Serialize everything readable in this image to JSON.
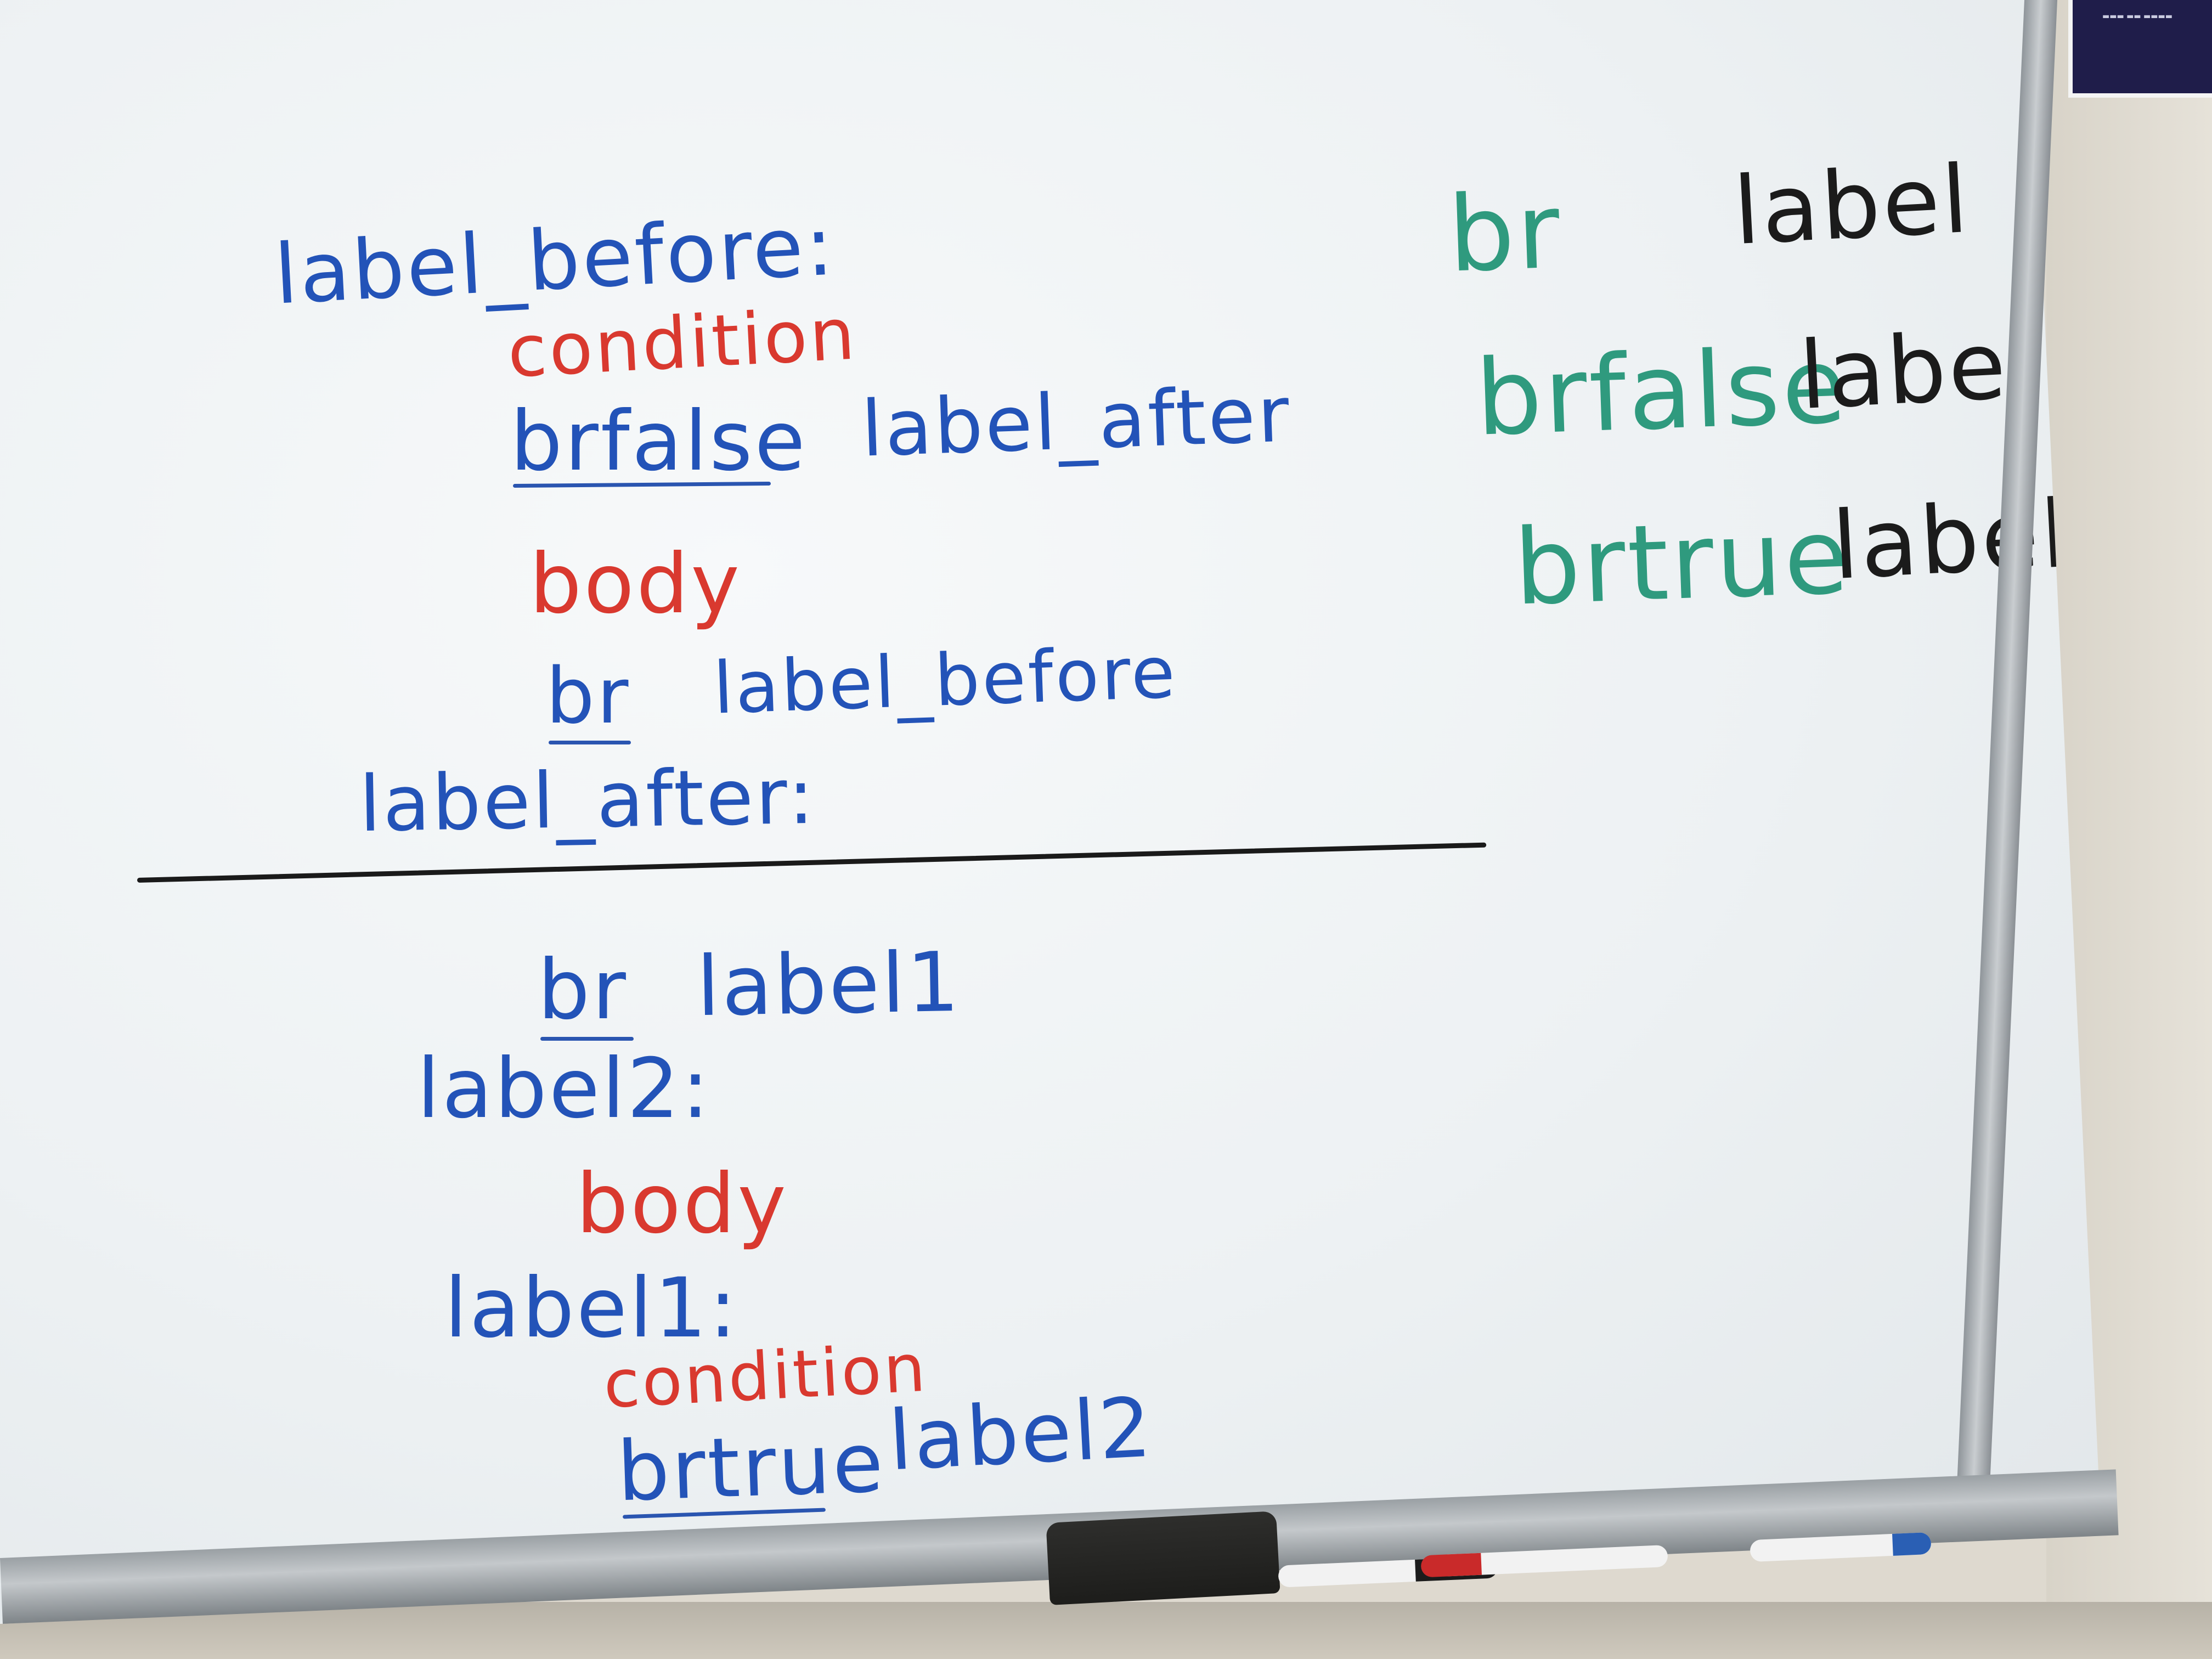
{
  "whiteboard": {
    "top_left": {
      "label_before": "label_before:",
      "condition": "condition",
      "brfalse": "brfalse",
      "label_after_ref": "label_after",
      "body": "body",
      "br": "br",
      "label_before_ref": "label_before",
      "label_after": "label_after:"
    },
    "right": {
      "br": "br",
      "brfalse": "brfalse",
      "brtrue": "brtrue",
      "label": "label"
    },
    "bottom": {
      "br": "br",
      "label1_ref": "label1",
      "label2": "label2:",
      "body": "body",
      "label1": "label1:",
      "condition": "condition",
      "brtrue": "brtrue",
      "label2_ref": "label2"
    }
  },
  "colors": {
    "blue_marker": "#2353b8",
    "red_marker": "#d9392f",
    "green_marker": "#2f9a7e",
    "black_marker": "#1b1b1b"
  }
}
